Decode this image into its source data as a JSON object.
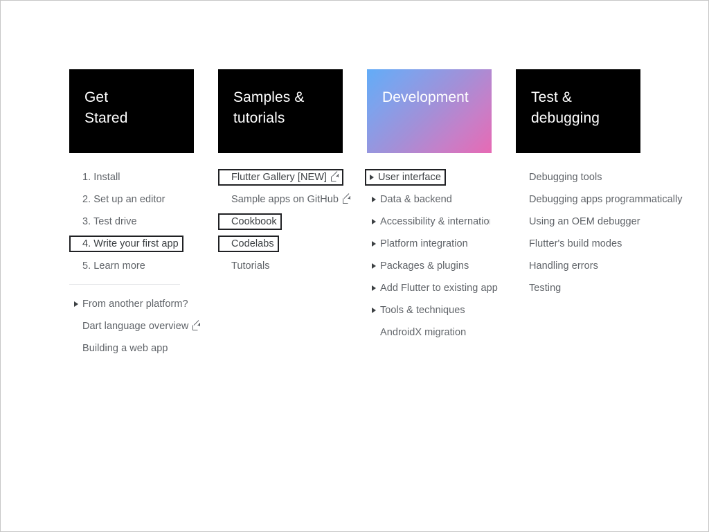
{
  "accent": {
    "card_bg": "#000000",
    "card_text": "#ffffff",
    "gradient_from": "#62acf7",
    "gradient_mid": "#a290d8",
    "gradient_to": "#e76ab4",
    "link_text": "#5f6368",
    "box_border": "#202124",
    "divider": "#e4e6e8",
    "page_border": "#c6c6c6"
  },
  "columns": [
    {
      "id": "get-started",
      "card": {
        "title": "Get\nStared",
        "style": "solid",
        "icon": "card-tile"
      },
      "groups": [
        {
          "items": [
            {
              "label": "1. Install",
              "bullet": false,
              "boxed": false,
              "external": false
            },
            {
              "label": "2. Set up an editor",
              "bullet": false,
              "boxed": false,
              "external": false
            },
            {
              "label": "3. Test drive",
              "bullet": false,
              "boxed": false,
              "external": false
            },
            {
              "label": "4. Write your first app",
              "bullet": false,
              "boxed": true,
              "external": false
            },
            {
              "label": "5. Learn more",
              "bullet": false,
              "boxed": false,
              "external": false
            }
          ]
        },
        {
          "divider": true,
          "items": [
            {
              "label": "From another platform?",
              "bullet": true,
              "boxed": false,
              "external": false
            },
            {
              "label": "Dart language overview",
              "bullet": false,
              "boxed": false,
              "external": true
            },
            {
              "label": "Building a web app",
              "bullet": false,
              "boxed": false,
              "external": false
            }
          ]
        }
      ]
    },
    {
      "id": "samples-tutorials",
      "card": {
        "title": "Samples &\ntutorials",
        "style": "solid",
        "icon": "card-tile"
      },
      "groups": [
        {
          "items": [
            {
              "label": "Flutter Gallery [NEW]",
              "bullet": false,
              "boxed": true,
              "external": true
            },
            {
              "label": "Sample apps on GitHub",
              "bullet": false,
              "boxed": false,
              "external": true
            },
            {
              "label": "Cookbook",
              "bullet": false,
              "boxed": true,
              "external": false
            },
            {
              "label": "Codelabs",
              "bullet": false,
              "boxed": true,
              "external": false
            },
            {
              "label": "Tutorials",
              "bullet": false,
              "boxed": false,
              "external": false
            }
          ]
        }
      ]
    },
    {
      "id": "development",
      "card": {
        "title": "Development",
        "style": "gradient",
        "icon": "card-tile"
      },
      "groups": [
        {
          "items": [
            {
              "label": "User interface",
              "bullet": true,
              "boxed": true,
              "external": false
            },
            {
              "label": "Data & backend",
              "bullet": true,
              "boxed": false,
              "external": false
            },
            {
              "label": "Accessibility & internationalization",
              "bullet": true,
              "boxed": false,
              "external": false,
              "clipped": true
            },
            {
              "label": "Platform integration",
              "bullet": true,
              "boxed": false,
              "external": false
            },
            {
              "label": "Packages & plugins",
              "bullet": true,
              "boxed": false,
              "external": false
            },
            {
              "label": "Add Flutter to existing app",
              "bullet": true,
              "boxed": false,
              "external": false
            },
            {
              "label": "Tools & techniques",
              "bullet": true,
              "boxed": false,
              "external": false
            },
            {
              "label": "AndroidX migration",
              "bullet": false,
              "boxed": false,
              "external": false
            }
          ]
        }
      ]
    },
    {
      "id": "test-debugging",
      "card": {
        "title": "Test &\ndebugging",
        "style": "solid",
        "icon": "card-tile"
      },
      "groups": [
        {
          "items": [
            {
              "label": "Debugging tools",
              "bullet": false,
              "boxed": false,
              "external": false
            },
            {
              "label": "Debugging apps programmatically",
              "bullet": false,
              "boxed": false,
              "external": false
            },
            {
              "label": "Using an OEM debugger",
              "bullet": false,
              "boxed": false,
              "external": false
            },
            {
              "label": "Flutter's build modes",
              "bullet": false,
              "boxed": false,
              "external": false
            },
            {
              "label": "Handling errors",
              "bullet": false,
              "boxed": false,
              "external": false
            },
            {
              "label": "Testing",
              "bullet": false,
              "boxed": false,
              "external": false
            }
          ]
        }
      ]
    }
  ]
}
